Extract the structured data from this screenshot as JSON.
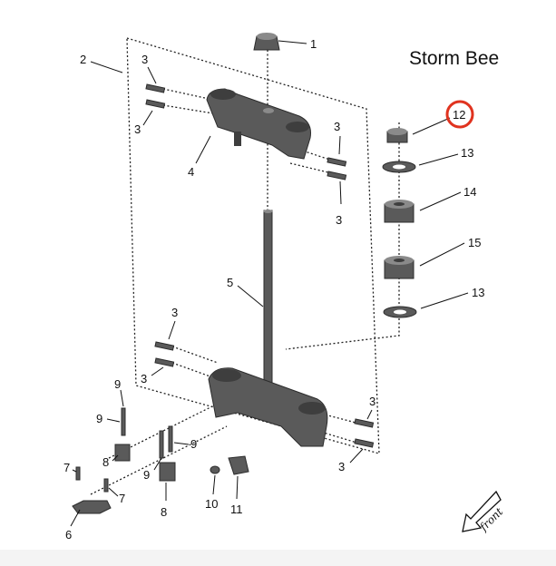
{
  "title": "Storm Bee",
  "front_label": "front",
  "highlight_color": "#e0331f",
  "callouts": [
    "1",
    "2",
    "3",
    "3",
    "4",
    "3",
    "3",
    "12",
    "13",
    "14",
    "15",
    "13",
    "5",
    "3",
    "3",
    "9",
    "9",
    "9",
    "9",
    "8",
    "8",
    "7",
    "7",
    "6",
    "10",
    "11",
    "3",
    "3"
  ]
}
